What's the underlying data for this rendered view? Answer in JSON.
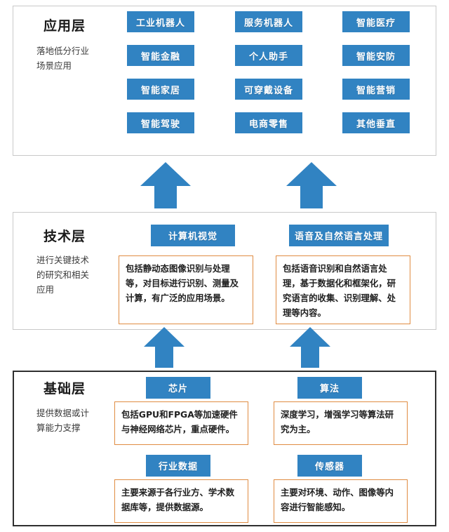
{
  "theme": {
    "accent_blue": "#3183c2",
    "accent_orange": "#e08c42",
    "panel_border_light": "#c9c9c9",
    "panel_border_dark": "#2f2f2f",
    "text_dark": "#1a1a1a"
  },
  "layers": {
    "application": {
      "title": "应用层",
      "subtitle": "落地低分行业\n场景应用",
      "items": [
        {
          "label": "工业机器人"
        },
        {
          "label": "服务机器人"
        },
        {
          "label": "智能医疗"
        },
        {
          "label": "智能金融"
        },
        {
          "label": "个人助手"
        },
        {
          "label": "智能安防"
        },
        {
          "label": "智能家居"
        },
        {
          "label": "可穿戴设备"
        },
        {
          "label": "智能营销"
        },
        {
          "label": "智能驾驶"
        },
        {
          "label": "电商零售"
        },
        {
          "label": "其他垂直"
        }
      ]
    },
    "technology": {
      "title": "技术层",
      "subtitle": "进行关键技术\n的研究和相关\n应用",
      "blocks": [
        {
          "label": "计算机视觉",
          "description": "包括静动态图像识别与处理\n等，对目标进行识别、测量及\n计算，有广泛的应用场景。"
        },
        {
          "label": "语音及自然语言处理",
          "description": "包括语音识别和自然语言处\n理，基于数据化和框架化，研\n究语言的收集、识别理解、处\n理等内容。"
        }
      ]
    },
    "foundation": {
      "title": "基础层",
      "subtitle": "提供数据或计\n算能力支撑",
      "blocks": [
        {
          "label": "芯片",
          "description": "包括GPU和FPGA等加速硬件\n与神经网络芯片，重点硬件。"
        },
        {
          "label": "算法",
          "description": "深度学习，增强学习等算法研\n究为主。"
        },
        {
          "label": "行业数据",
          "description": "主要来源于各行业方、学术数\n据库等，提供数据源。"
        },
        {
          "label": "传感器",
          "description": "主要对环境、动作、图像等内\n容进行智能感知。"
        }
      ]
    }
  },
  "arrows": [
    {
      "name": "arrow-tech-to-application-left"
    },
    {
      "name": "arrow-tech-to-application-right"
    },
    {
      "name": "arrow-foundation-to-technology-left"
    },
    {
      "name": "arrow-foundation-to-technology-right"
    }
  ]
}
